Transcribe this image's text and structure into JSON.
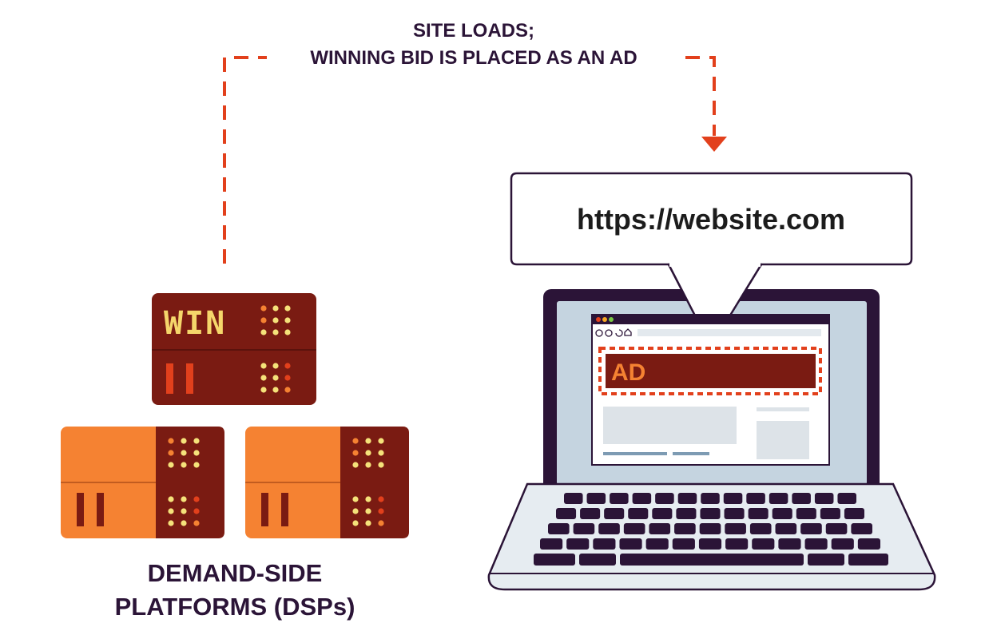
{
  "flow_caption": {
    "line1": "SITE LOADS;",
    "line2": "WINNING BID IS PLACED AS AN AD"
  },
  "browser": {
    "url": "https://website.com",
    "ad_label": "AD"
  },
  "dsp": {
    "win_label": "WIN",
    "caption_line1": "DEMAND-SIDE",
    "caption_line2": "PLATFORMS (DSPs)"
  },
  "colors": {
    "flow_arrow": "#e2401c",
    "caption": "#2b1437",
    "winning_server": "#7a1b12",
    "server_orange": "#f58232",
    "dot_yellow": "#f5e27a",
    "laptop_frame": "#2b1437",
    "screen_blue": "#c5d4e0"
  }
}
